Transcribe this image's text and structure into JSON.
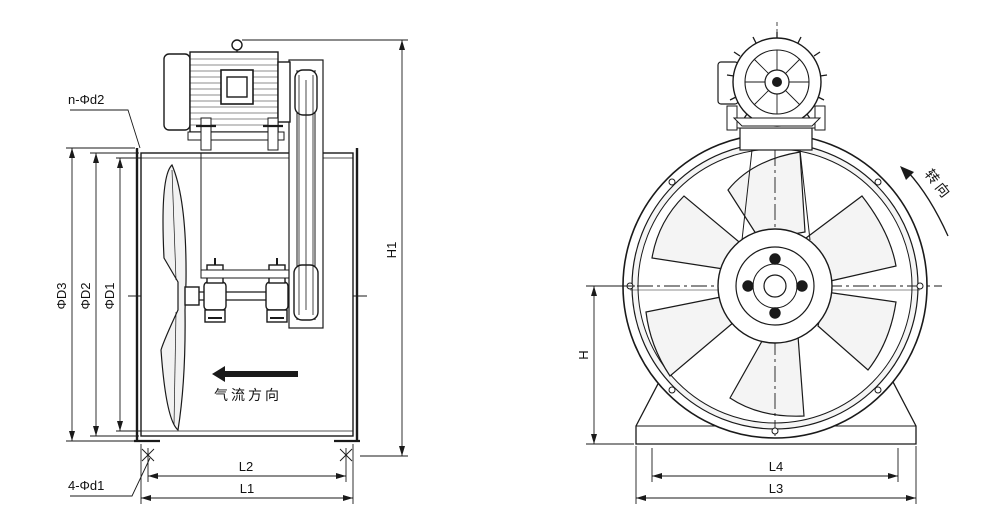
{
  "diagram": {
    "labels": {
      "flange_holes": "n-Φd2",
      "foot_holes": "4-Φd1",
      "d3": "ΦD3",
      "d2": "ΦD2",
      "d1": "ΦD1",
      "h1": "H1",
      "h": "H",
      "l1": "L1",
      "l2": "L2",
      "l3": "L3",
      "l4": "L4",
      "airflow_direction": "气流方向",
      "rotation_direction": "转向"
    },
    "colors": {
      "line": "#1a1a1a",
      "light_fill": "#f2f2f2",
      "motor_fill": "#ffffff"
    }
  }
}
